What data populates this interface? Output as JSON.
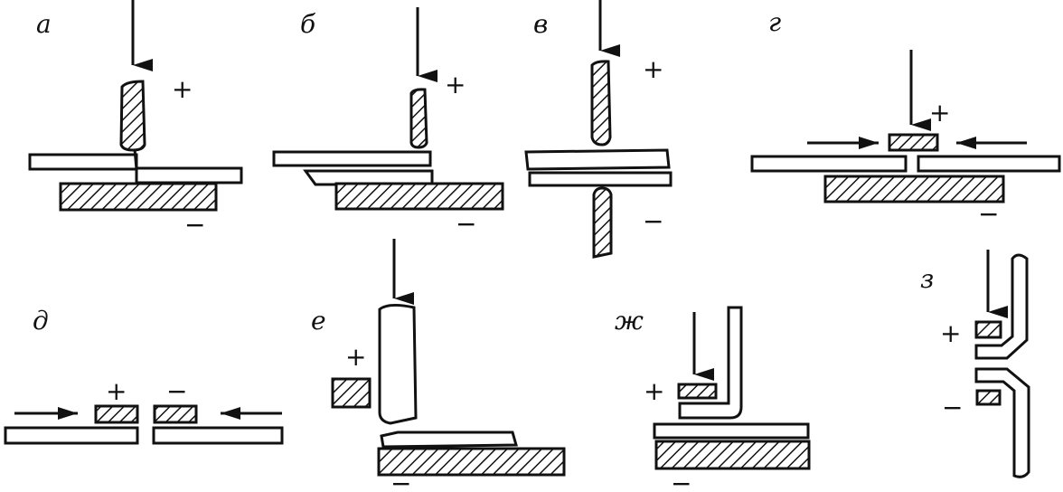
{
  "panels": {
    "a": {
      "label": "а",
      "pos": "+",
      "neg": "−"
    },
    "b": {
      "label": "б",
      "pos": "+",
      "neg": "−"
    },
    "v": {
      "label": "в",
      "pos": "+",
      "neg": "−"
    },
    "g": {
      "label": "г",
      "pos": "+",
      "neg": "−"
    },
    "d": {
      "label": "д",
      "pos": "+",
      "neg": "−"
    },
    "e": {
      "label": "е",
      "pos": "+",
      "neg": "−"
    },
    "zh": {
      "label": "ж",
      "pos": "+",
      "neg": "−"
    },
    "z": {
      "label": "з",
      "pos": "+",
      "neg": "−"
    }
  },
  "colors": {
    "ink": "#111111",
    "paper": "#ffffff"
  },
  "icons": {
    "arrow": "pressure-arrow-icon",
    "electrode": "hatched-electrode"
  }
}
